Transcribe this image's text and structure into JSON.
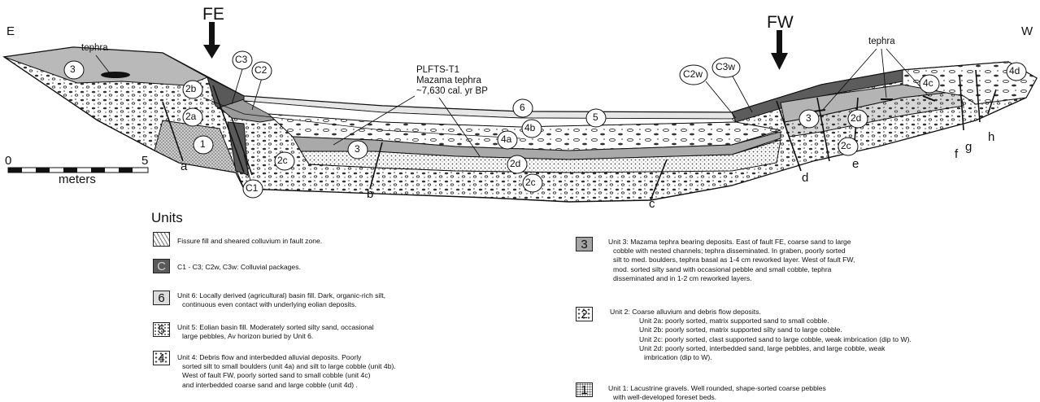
{
  "directions": {
    "east": "E",
    "west": "W"
  },
  "faults_top": {
    "fe": "FE",
    "fw": "FW"
  },
  "scale": {
    "zero": "0",
    "five": "5",
    "unit": "meters"
  },
  "sample": {
    "id": "PLFTS-T1",
    "name": "Mazama tephra",
    "age": "~7,630 cal. yr BP"
  },
  "tephra_label": "tephra",
  "fault_letters": {
    "a": "a",
    "b": "b",
    "c": "c",
    "d": "d",
    "e": "e",
    "f": "f",
    "g": "g",
    "h": "h"
  },
  "unit_circles": {
    "u3_east": "3",
    "u2b": "2b",
    "u2a": "2a",
    "u1": "1",
    "u2c_left": "2c",
    "c3": "C3",
    "c2": "C2",
    "c1": "C1",
    "u3_mid": "3",
    "u4a": "4a",
    "u4b": "4b",
    "u5": "5",
    "u6": "6",
    "u2d_mid": "2d",
    "u2c_mid": "2c",
    "c2w": "C2w",
    "c3w": "C3w",
    "u3_west": "3",
    "u2d_west": "2d",
    "u2c_west": "2c",
    "u4c": "4c",
    "u4d": "4d"
  },
  "legend": {
    "title": "Units",
    "items": [
      {
        "swatch": "",
        "lines": [
          "Fissure fill and sheared colluvium in fault zone."
        ]
      },
      {
        "swatch": "C",
        "lines": [
          "C1 - C3; C2w, C3w:  Colluvial packages."
        ]
      },
      {
        "swatch": "6",
        "lines": [
          "Unit 6:  Locally derived (agricultural) basin fill.  Dark, organic-rich silt,",
          "continuous even contact with underlying eolian deposits."
        ]
      },
      {
        "swatch": "5",
        "lines": [
          "Unit 5:  Eolian basin fill.  Moderately sorted silty sand, occasional",
          "large pebbles, Av horizon buried by Unit 6."
        ]
      },
      {
        "swatch": "4",
        "lines": [
          "Unit 4:  Debris flow and interbedded alluvial deposits.  Poorly",
          "sorted silt to small boulders (unit 4a) and silt to large cobble (unit 4b).",
          "West of fault FW, poorly sorted sand to small cobble (unit 4c)",
          "and interbedded coarse sand and large cobble (unit 4d) ."
        ]
      },
      {
        "swatch": "3",
        "lines": [
          "Unit 3:  Mazama tephra bearing deposits.  East of fault FE, coarse sand to large",
          "cobble with nested channels; tephra disseminated.  In graben, poorly sorted",
          "silt to med. boulders, tephra basal as 1-4 cm reworked layer.  West of fault FW,",
          "mod. sorted silty sand with occasional pebble and small cobble, tephra",
          "disseminated and in 1-2 cm reworked layers."
        ]
      },
      {
        "swatch": "2",
        "lines": [
          "Unit 2:  Coarse alluvium and debris flow deposits.",
          "Unit 2a:  poorly sorted, matrix supported sand to small cobble.",
          "Unit 2b:  poorly sorted, matrix supported silty sand to large cobble.",
          "Unit 2c:  poorly sorted, clast supported sand to large cobble, weak imbrication (dip to W).",
          "Unit 2d:  poorly sorted, interbedded sand,  large pebbles, and large cobble, weak",
          "imbrication (dip to W)."
        ]
      },
      {
        "swatch": "1",
        "lines": [
          "Unit 1:  Lacustrine gravels.  Well rounded, shape-sorted coarse pebbles",
          "with well-developed foreset beds."
        ]
      }
    ]
  }
}
